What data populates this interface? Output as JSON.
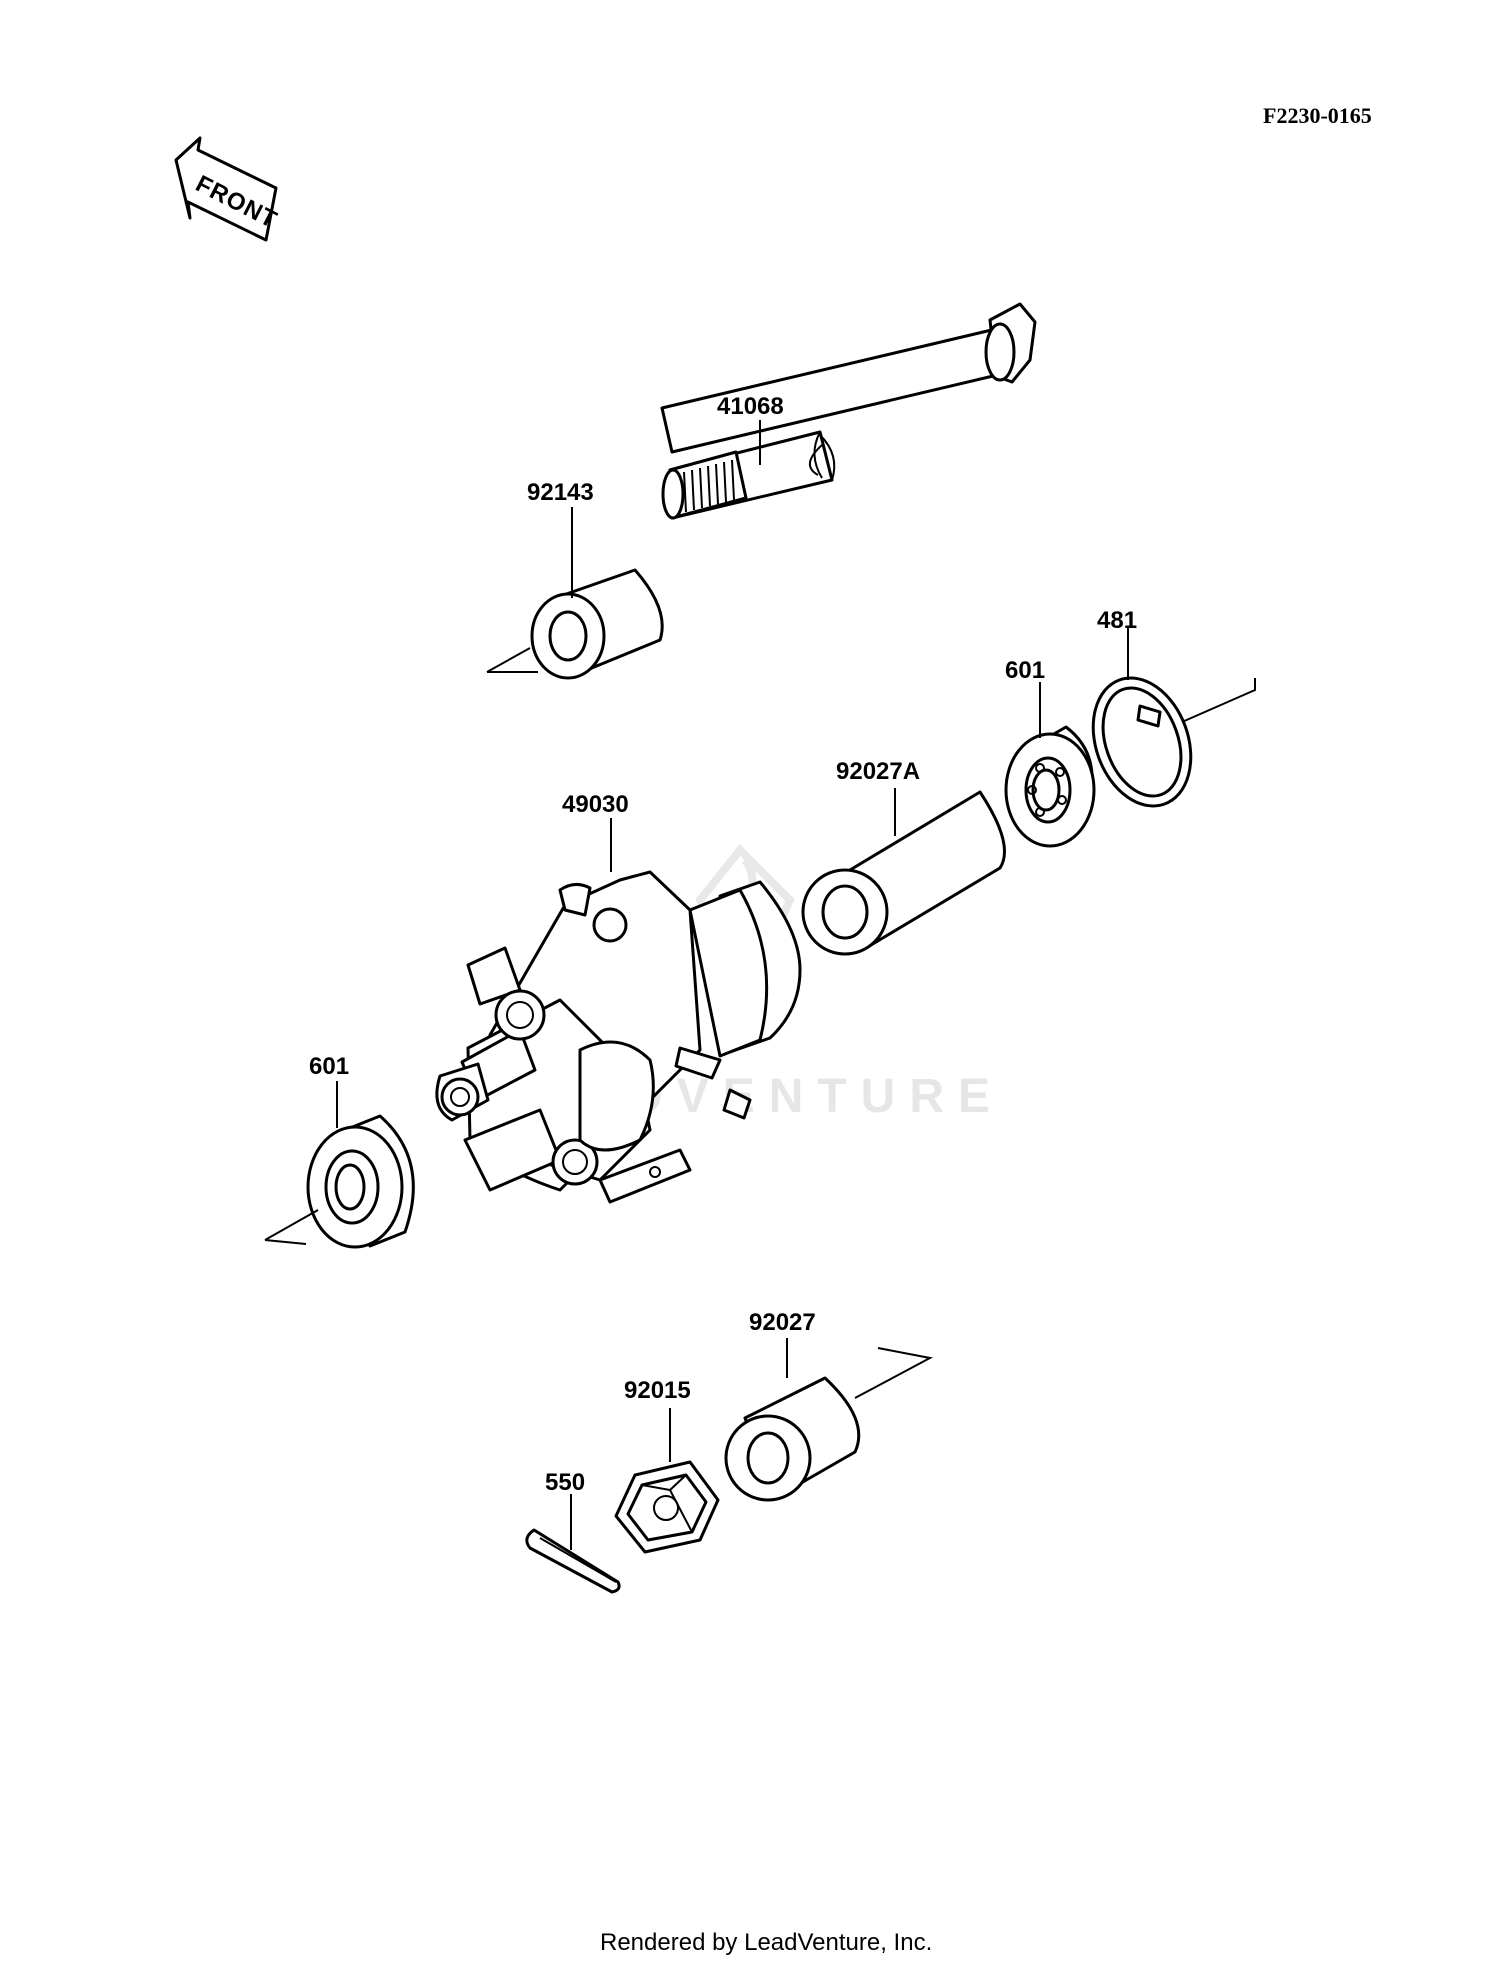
{
  "drawing_code": "F2230-0165",
  "front_label": "FRONT",
  "watermark": "LEADVENTURE",
  "footer": "Rendered by LeadVenture, Inc.",
  "parts": {
    "p41068": "41068",
    "p92143": "92143",
    "p481": "481",
    "p601_top": "601",
    "p92027A": "92027A",
    "p49030": "49030",
    "p601_left": "601",
    "p92027": "92027",
    "p92015": "92015",
    "p550": "550"
  }
}
